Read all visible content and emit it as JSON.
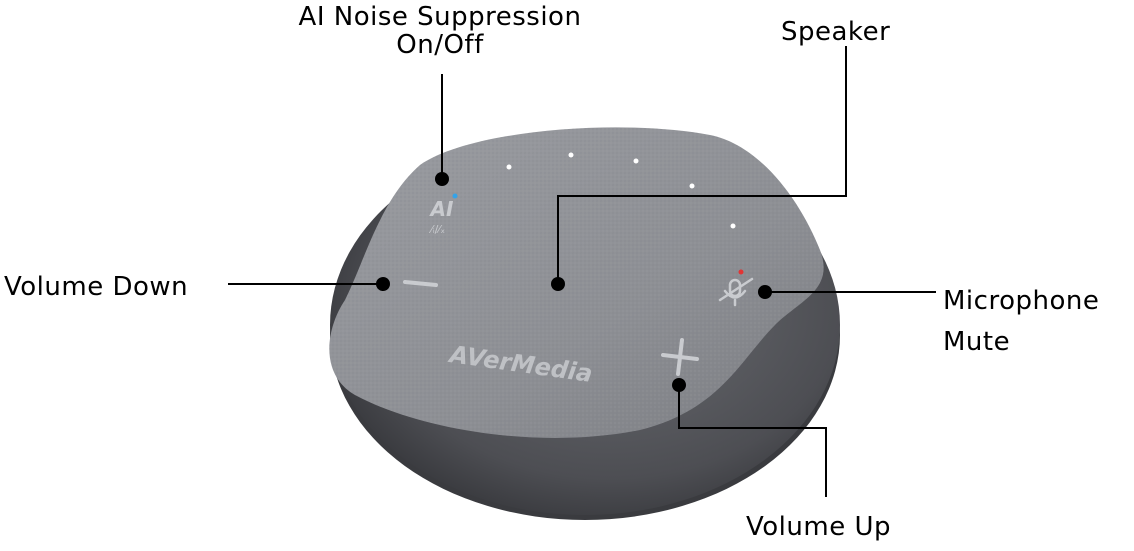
{
  "labels": {
    "ai_noise": [
      "AI Noise Suppression",
      "On/Off"
    ],
    "speaker": "Speaker",
    "volume_down": "Volume Down",
    "mic_mute": [
      "Microphone",
      "Mute"
    ],
    "volume_up": "Volume Up"
  },
  "device": {
    "brand": "AVerMedia",
    "ai_button_text": "AI",
    "ai_button_subtext": "⁄ᵢ/⁄ₓ",
    "colors": {
      "body": "#4c4d52",
      "top": "#8f9196",
      "ai_indicator": "#35a3e8",
      "mute_indicator": "#e23434"
    }
  }
}
